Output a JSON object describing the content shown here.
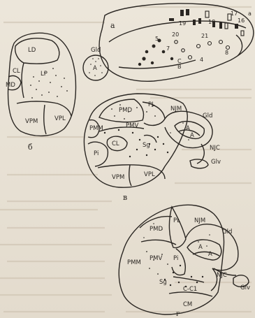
{
  "colors": {
    "paper": "#e9e2d6",
    "ink": "#2a2622",
    "bleed": "#c7bcaa"
  },
  "panels": {
    "a": {
      "letter": "а",
      "numbers": [
        "17",
        "18",
        "19",
        "20",
        "21",
        "16",
        "8",
        "5",
        "7",
        "4",
        "B",
        "C"
      ],
      "marker": "a"
    },
    "b": {
      "letter": "б",
      "labels": [
        "LD",
        "CL",
        "LP",
        "MD",
        "VPM",
        "VPL"
      ],
      "inset": [
        "Gld",
        "A"
      ]
    },
    "v": {
      "letter": "в",
      "labels": [
        "PMD",
        "PL",
        "PMM",
        "PMV",
        "Pi",
        "CL",
        "Sg",
        "A",
        "A",
        "VPM",
        "VPL",
        "NJM",
        "Gld",
        "NJC",
        "Glv"
      ]
    },
    "g": {
      "letter": "г",
      "labels": [
        "PL",
        "PMD",
        "NJM",
        "Gld",
        "PMM",
        "PMV",
        "Pi",
        "A",
        "A",
        "Sg",
        "NJC",
        "C-C1",
        "CM",
        "Glv"
      ]
    }
  }
}
